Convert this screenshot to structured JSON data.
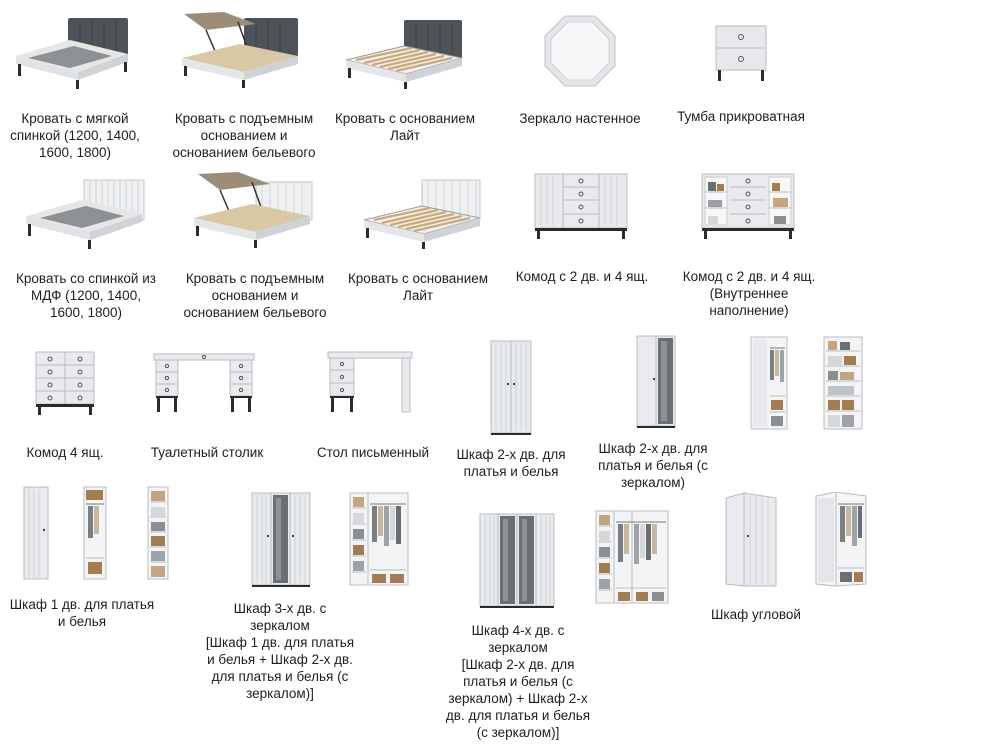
{
  "catalog": {
    "items": [
      {
        "name": "bed-soft-headboard",
        "image": "bed-soft-headboard-icon",
        "caption": "Кровать с мягкой\nспинкой (1200, 1400,\n1600, 1800)"
      },
      {
        "name": "bed-lift-soft",
        "image": "bed-lift-upholstered-icon",
        "caption": "Кровать с подъемным\nоснованием и\nоснованием бельевого"
      },
      {
        "name": "bed-base-lite-soft",
        "image": "bed-slatted-upholstered-icon",
        "caption": "Кровать с основанием\nЛайт"
      },
      {
        "name": "wall-mirror",
        "image": "octagon-mirror-icon",
        "caption": "Зеркало настенное"
      },
      {
        "name": "nightstand",
        "image": "nightstand-icon",
        "caption": "Тумба прикроватная"
      },
      {
        "name": "bed-mdf-headboard",
        "image": "bed-mdf-headboard-icon",
        "caption": "Кровать со спинкой из\nМДФ (1200, 1400,\n1600, 1800)"
      },
      {
        "name": "bed-lift-mdf",
        "image": "bed-lift-mdf-icon",
        "caption": "Кровать с подъемным\nоснованием и\nоснованием бельевого"
      },
      {
        "name": "bed-base-lite-mdf",
        "image": "bed-slatted-mdf-icon",
        "caption": "Кровать с основанием\nЛайт"
      },
      {
        "name": "dresser-2d-4dr",
        "image": "dresser-doors-drawers-icon",
        "caption": "Комод с 2 дв. и 4 ящ."
      },
      {
        "name": "dresser-2d-4dr-open",
        "image": "dresser-open-shelves-icon",
        "caption": "Комод с 2 дв. и 4 ящ.\n(Внутреннее\nнаполнение)"
      },
      {
        "name": "dresser-4dr",
        "image": "chest-of-drawers-icon",
        "caption": "Комод 4 ящ."
      },
      {
        "name": "vanity-table",
        "image": "vanity-table-icon",
        "caption": "Туалетный столик"
      },
      {
        "name": "writing-desk",
        "image": "writing-desk-icon",
        "caption": "Стол письменный"
      },
      {
        "name": "wardrobe-2d",
        "image": "wardrobe-two-door-icon",
        "caption": "Шкаф 2-х дв. для\nплатья и белья"
      },
      {
        "name": "wardrobe-2d-mirror",
        "image": "wardrobe-mirror-icon",
        "caption": "Шкаф 2-х дв. для\nплатья и белья (с\nзеркалом)"
      },
      {
        "name": "wardrobe-2d-interior",
        "image": "wardrobe-interior-icon",
        "caption": ""
      },
      {
        "name": "wardrobe-1d",
        "image": "wardrobe-single-icon",
        "caption": "Шкаф 1 дв. для платья\nи белья"
      },
      {
        "name": "wardrobe-3d-mirror",
        "image": "wardrobe-three-door-icon",
        "caption": "Шкаф 3-х дв. с\nзеркалом\n[Шкаф 1 дв. для платья\nи белья + Шкаф 2-х дв.\nдля платья и белья (с\nзеркалом)]"
      },
      {
        "name": "wardrobe-4d-mirror",
        "image": "wardrobe-four-door-icon",
        "caption": "Шкаф 4-х дв. с\nзеркалом\n[Шкаф 2-х дв. для\nплатья и белья (с\nзеркалом) + Шкаф 2-х\nдв. для платья и белья\n(с зеркалом)]"
      },
      {
        "name": "corner-wardrobe",
        "image": "corner-wardrobe-icon",
        "caption": "Шкаф угловой"
      }
    ]
  }
}
